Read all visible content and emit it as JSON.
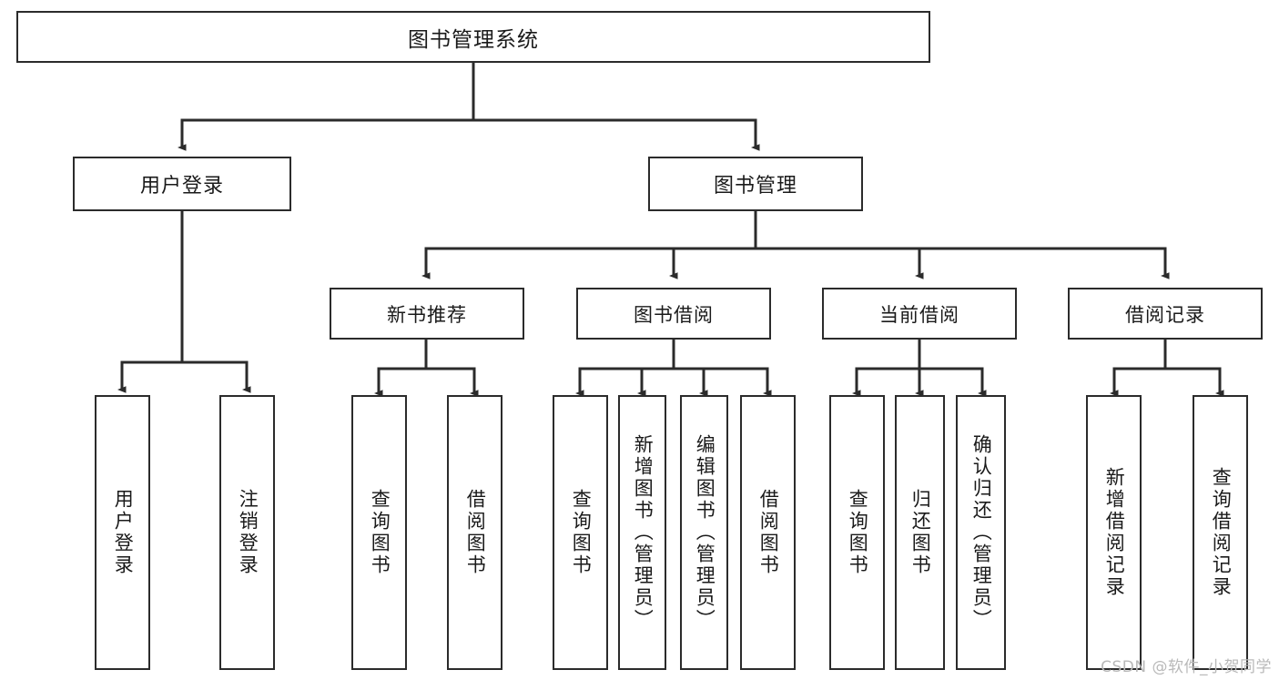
{
  "diagram": {
    "title": "图书管理系统",
    "type": "功能结构图",
    "watermark": "CSDN @软件_小贺同学",
    "colors": {
      "line": "#2b2b2b",
      "box_fill": "#ffffff",
      "text": "#1a1a1a",
      "background": "#ffffff",
      "watermark": "#b9b9b9"
    },
    "root": {
      "label": "图书管理系统"
    },
    "level2": [
      {
        "label": "用户登录"
      },
      {
        "label": "图书管理"
      }
    ],
    "level3": [
      {
        "label": "新书推荐"
      },
      {
        "label": "图书借阅"
      },
      {
        "label": "当前借阅"
      },
      {
        "label": "借阅记录"
      }
    ],
    "leaves": {
      "user_login": [
        {
          "label": "用户登录"
        },
        {
          "label": "注销登录"
        }
      ],
      "new_book_recommend": [
        {
          "label": "查询图书"
        },
        {
          "label": "借阅图书"
        }
      ],
      "book_borrow": [
        {
          "label": "查询图书"
        },
        {
          "label": "新增图书（管理员）"
        },
        {
          "label": "编辑图书（管理员）"
        },
        {
          "label": "借阅图书"
        }
      ],
      "current_borrow": [
        {
          "label": "查询图书"
        },
        {
          "label": "归还图书"
        },
        {
          "label": "确认归还（管理员）"
        }
      ],
      "borrow_record": [
        {
          "label": "新增借阅记录"
        },
        {
          "label": "查询借阅记录"
        }
      ]
    }
  }
}
